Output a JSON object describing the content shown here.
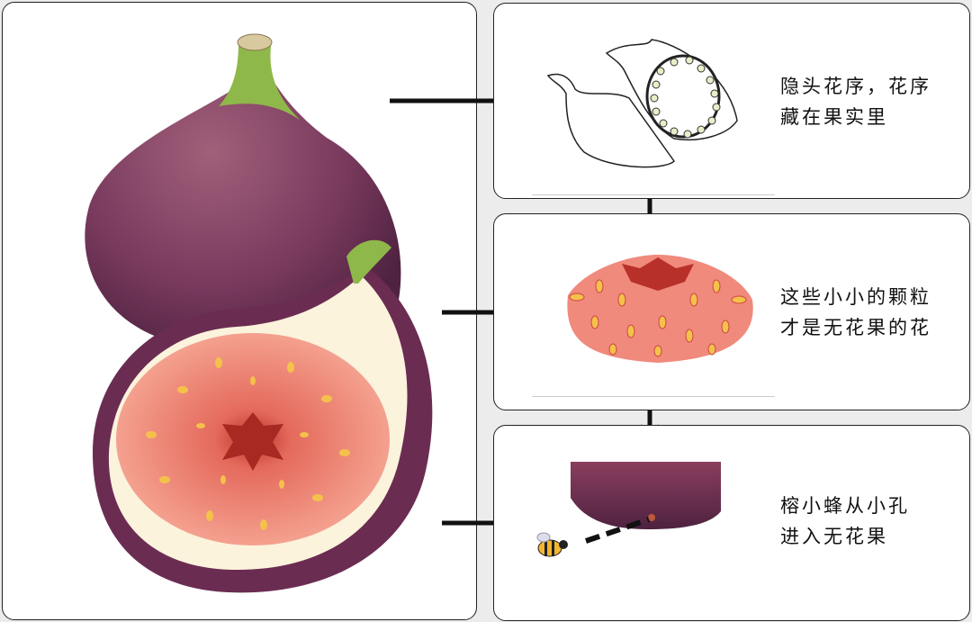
{
  "steps": [
    {
      "line1": "隐头花序，花序",
      "line2": "藏在果实里"
    },
    {
      "line1": "这些小小的颗粒",
      "line2": "才是无花果的花"
    },
    {
      "line1": "榕小蜂从小孔",
      "line2": "进入无花果"
    }
  ],
  "colors": {
    "fig_skin": "#7a3a5e",
    "stem": "#8fb84a",
    "flesh": "#f08a7c",
    "center": "#b8302a",
    "cream": "#fbf3dc"
  }
}
